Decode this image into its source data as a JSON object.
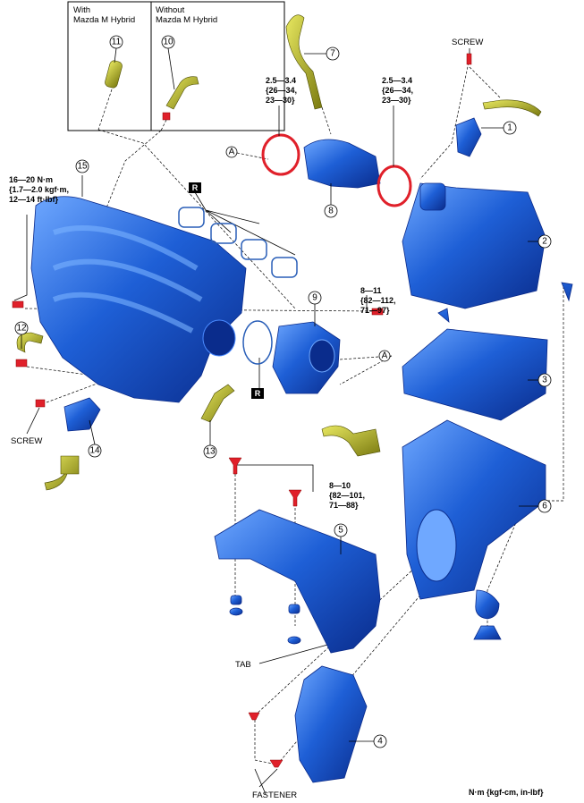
{
  "inset": {
    "with_label_1": "With",
    "with_label_2": "Mazda M Hybrid",
    "without_label_1": "Without",
    "without_label_2": "Mazda M Hybrid"
  },
  "callouts": {
    "c1": "1",
    "c2": "2",
    "c3": "3",
    "c4": "4",
    "c5": "5",
    "c6": "6",
    "c7": "7",
    "c8": "8",
    "c9": "9",
    "c10": "10",
    "c11": "11",
    "c12": "12",
    "c13": "13",
    "c14": "14",
    "c15": "15"
  },
  "refs": {
    "a": "A",
    "r": "R"
  },
  "torque": {
    "clamp_left": [
      "2.5—3.4",
      "{26—34,",
      "23—30}"
    ],
    "clamp_right": [
      "2.5—3.4",
      "{26—34,",
      "23—30}"
    ],
    "manifold": [
      "16—20 N·m",
      "{1.7—2.0 kgf·m,",
      "12—14 ft·lbf}"
    ],
    "throttle": [
      "8—11",
      "{82—112,",
      "71—97}"
    ],
    "resonator": [
      "8—10",
      "{82—101,",
      "71—88}"
    ]
  },
  "labels": {
    "screw_top": "SCREW",
    "screw_left": "SCREW",
    "tab": "TAB",
    "fastener": "FASTENER",
    "units": "N·m {kgf-cm, in-lbf}"
  },
  "colors": {
    "part_blue": "#1e5fd6",
    "hose_olive": "#b8b820",
    "fastener_red": "#e0202a"
  }
}
